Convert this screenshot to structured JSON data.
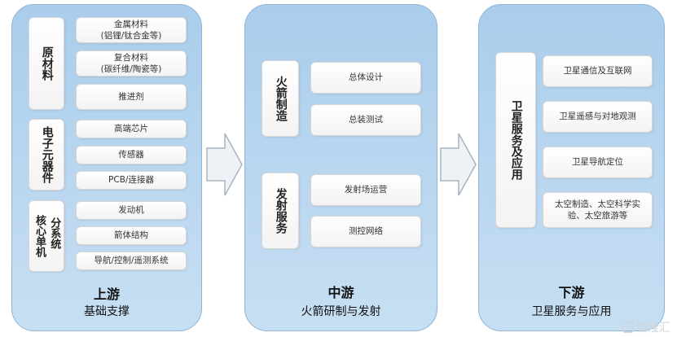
{
  "upstream": {
    "title": "上游",
    "subtitle": "基础支撑",
    "groups": [
      {
        "label": "原材料",
        "items": [
          "金属材料\n(铝锂/钛合金等)",
          "复合材料\n(碳纤维/陶瓷等)",
          "推进剂"
        ]
      },
      {
        "label": "电子元器件",
        "items": [
          "高端芯片",
          "传感器",
          "PCB/连接器"
        ]
      },
      {
        "label": "核心单机",
        "label2": "分系统",
        "items": [
          "发动机",
          "箭体结构",
          "导航/控制/遥测系统"
        ]
      }
    ]
  },
  "midstream": {
    "title": "中游",
    "subtitle": "火箭研制与发射",
    "groups": [
      {
        "label": "火箭制造",
        "items": [
          "总体设计",
          "总装测试"
        ]
      },
      {
        "label": "发射服务",
        "items": [
          "发射场运营",
          "测控网络"
        ]
      }
    ]
  },
  "downstream": {
    "title": "下游",
    "subtitle": "卫星服务与应用",
    "groups": [
      {
        "label": "卫星服务及应用",
        "items": [
          "卫星通信及互联网",
          "卫星遥感与对地观测",
          "卫星导航定位",
          "太空制造、太空科学实验、太空旅游等"
        ]
      }
    ]
  },
  "watermark": "格隆汇",
  "colors": {
    "panel": "#b4d3ee",
    "arrow": "#eef2f6",
    "arrow_border": "#a8b4c0"
  }
}
